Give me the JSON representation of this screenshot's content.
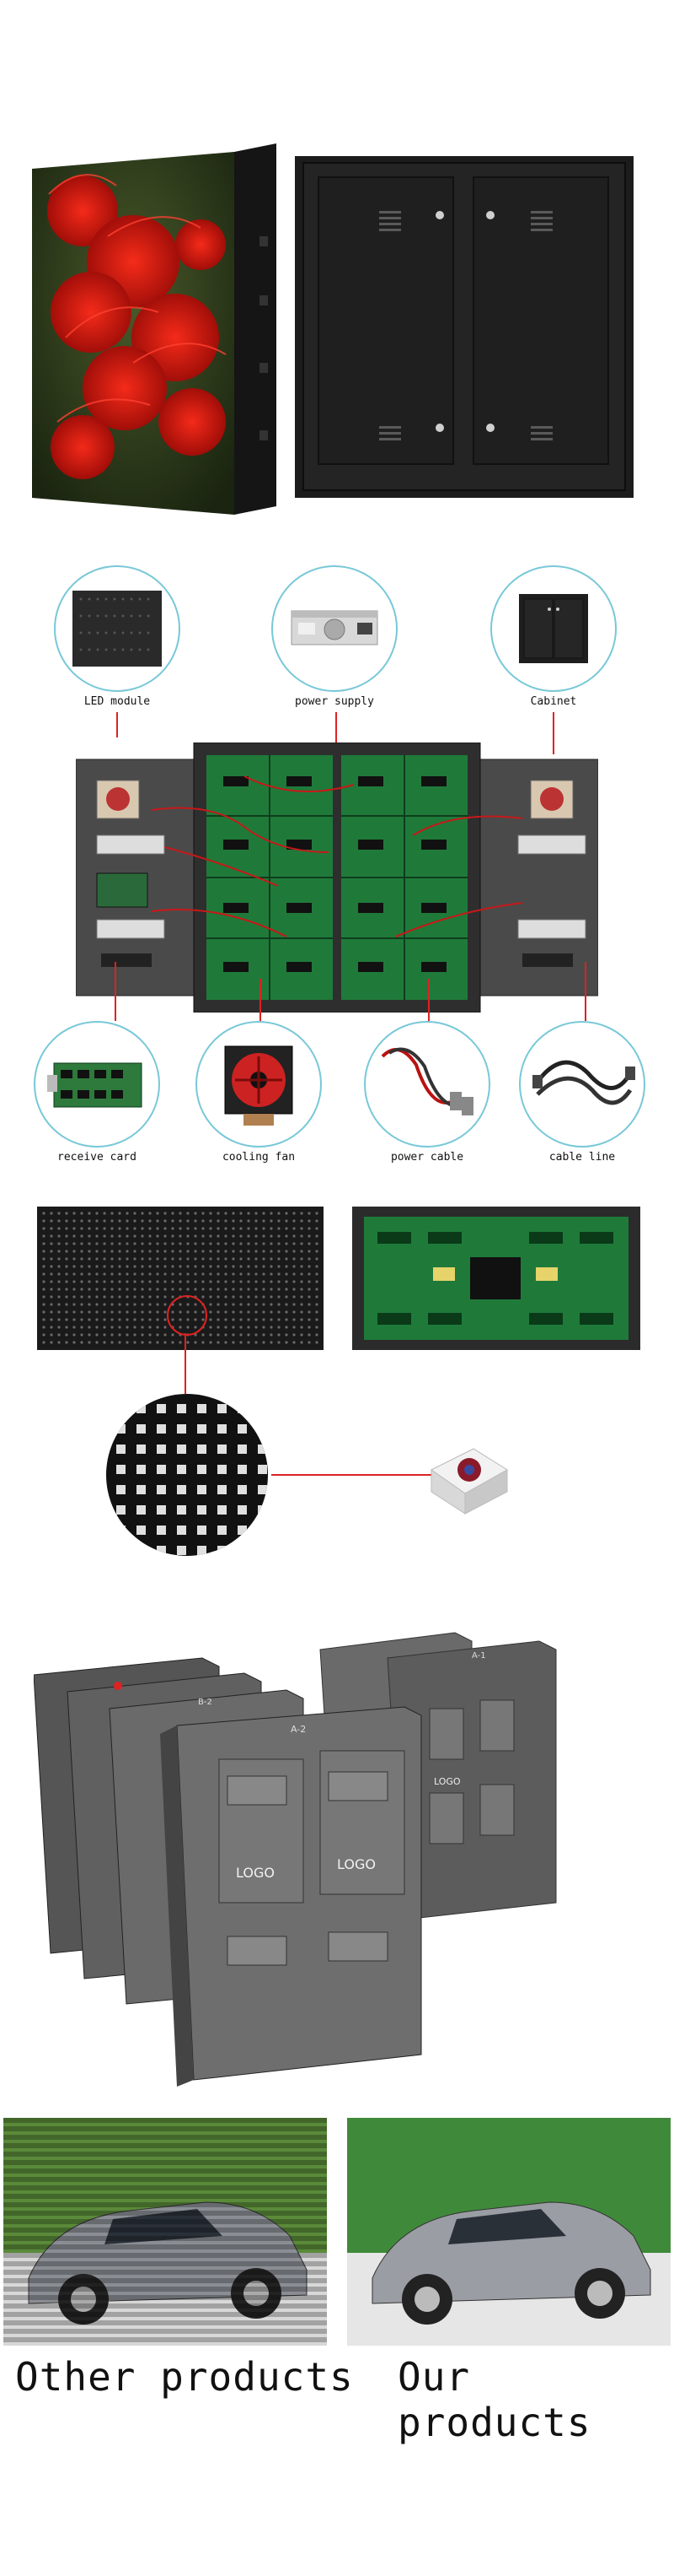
{
  "parts_labels": {
    "led_module": "LED module",
    "power_supply": "power supply",
    "cabinet": "Cabinet",
    "receive_card": "receive card",
    "cooling_fan": "cooling fan",
    "power_cable": "power cable",
    "cable_line": "cable line"
  },
  "cabinet_labels": {
    "a2": "A-2",
    "b2": "B-2",
    "a1": "A-1",
    "logo": "LOGO"
  },
  "comparison": {
    "other": "Other products",
    "ours": "Our products"
  },
  "colors": {
    "accent_line": "#d22222",
    "circle_border": "#78c8d8",
    "cabinet_dark": "#1c1c1c",
    "cabinet_grey": "#5a5a5a"
  }
}
